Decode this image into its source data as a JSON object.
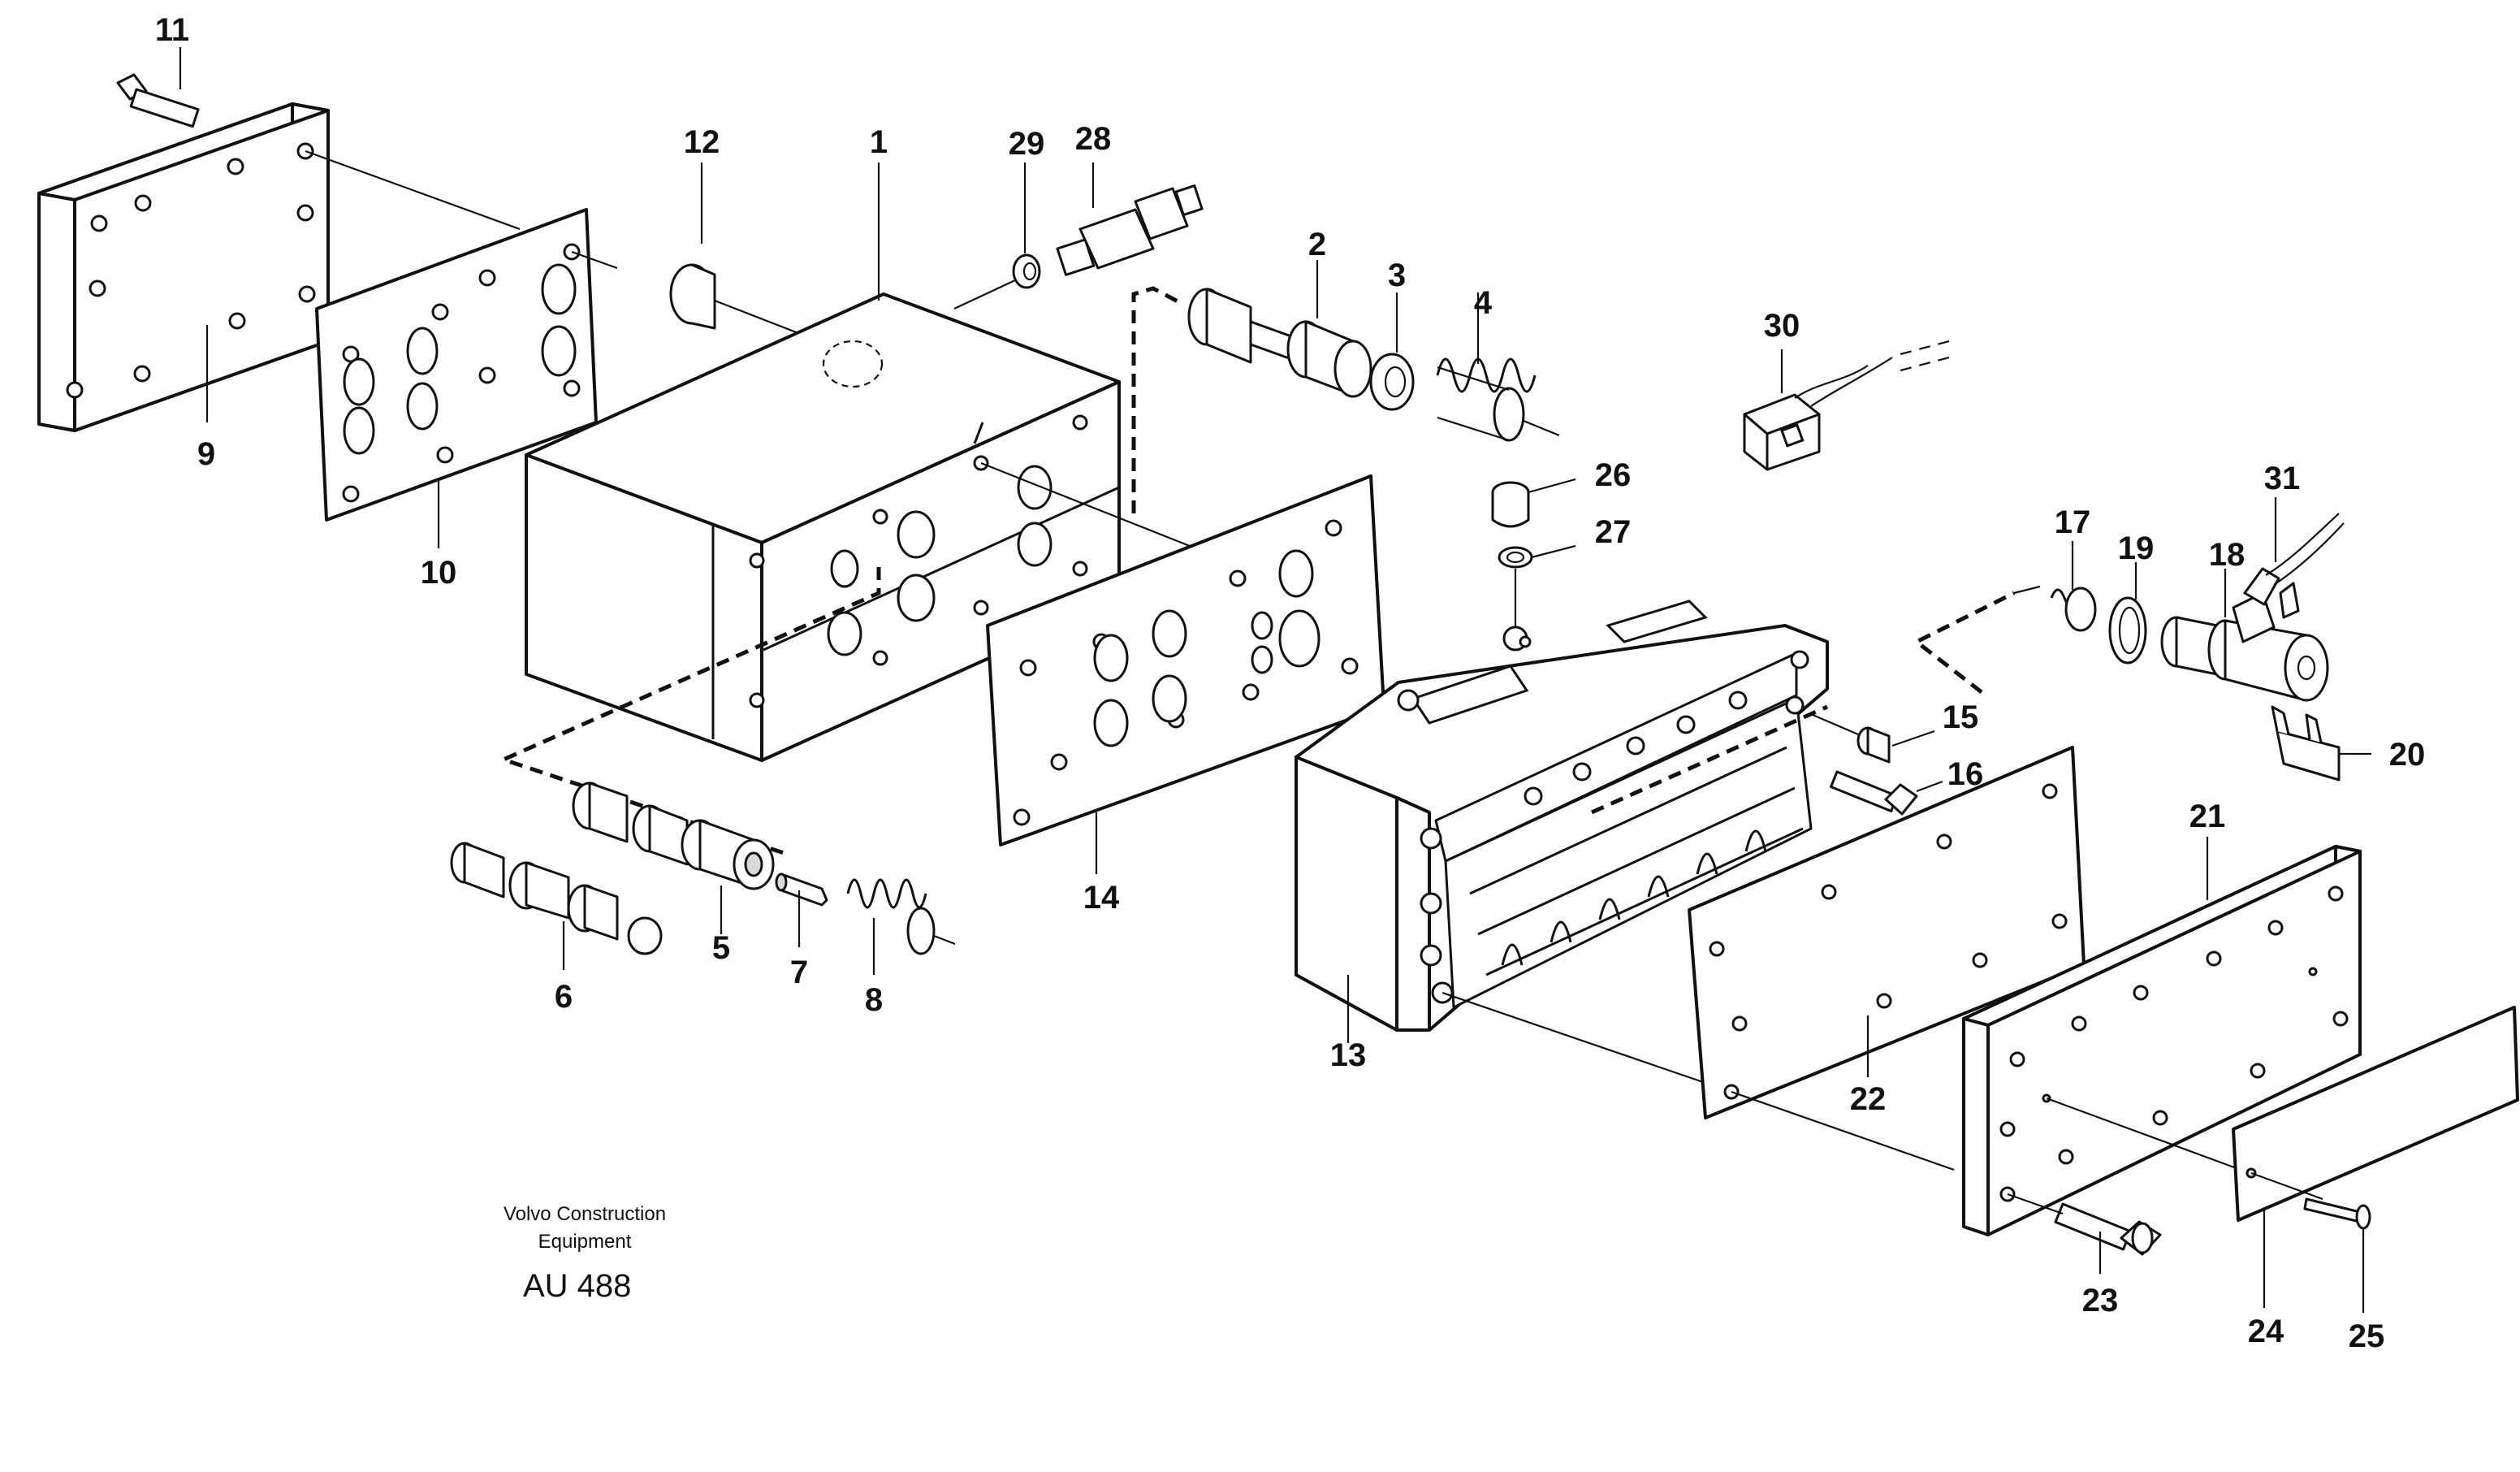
{
  "figure_code": "AU 488",
  "brand_line1": "Volvo Construction",
  "brand_line2": "Equipment",
  "part_labels": [
    "1",
    "2",
    "3",
    "4",
    "5",
    "6",
    "7",
    "8",
    "9",
    "10",
    "11",
    "12",
    "13",
    "14",
    "15",
    "16",
    "17",
    "18",
    "19",
    "20",
    "21",
    "22",
    "23",
    "24",
    "25",
    "26",
    "27",
    "28",
    "29",
    "30",
    "31"
  ]
}
